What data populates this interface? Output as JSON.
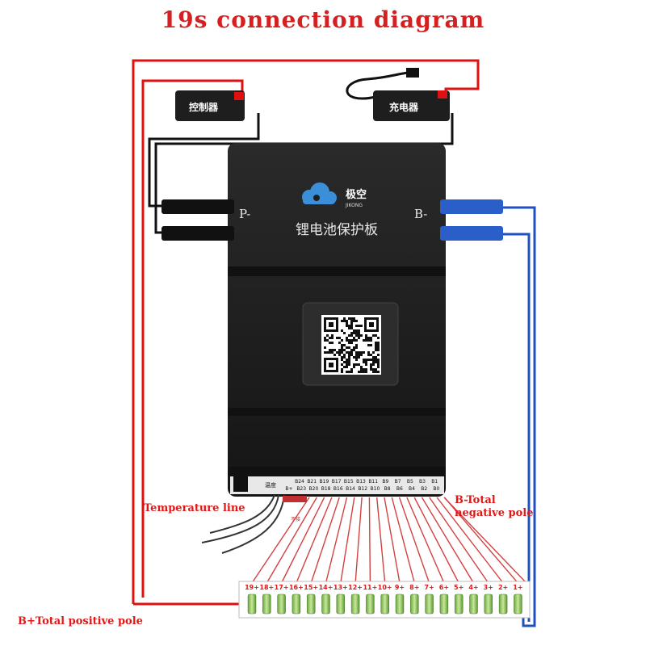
{
  "title": "19s connection diagram",
  "controller_label": "控制器",
  "charger_label": "充电器",
  "brand_cn": "极空",
  "brand_en": "JIKONG",
  "board_label": "锂电池保护板",
  "p_minus": "P-",
  "b_minus": "B-",
  "temp_tag": "温度",
  "pins_top": [
    "B24",
    "B21",
    "B19",
    "B17",
    "B15",
    "B13",
    "B11",
    "B9",
    "B7",
    "B5",
    "B3",
    "B1"
  ],
  "pins_bottom": [
    "B+",
    "B23",
    "B20",
    "B18",
    "B16",
    "B14",
    "B12",
    "B10",
    "B8",
    "B6",
    "B4",
    "B2",
    "B0"
  ],
  "no_connect_tag": "不接",
  "temperature_line": "Temperature line",
  "b_total_negative": "B-Total negative pole",
  "b_total_negative_lines": [
    "B-Total",
    "negative pole"
  ],
  "b_total_positive": "B+Total positive pole",
  "cell_labels": [
    "19+",
    "18+",
    "17+",
    "16+",
    "15+",
    "14+",
    "13+",
    "12+",
    "11+",
    "10+",
    "9+",
    "8+",
    "7+",
    "6+",
    "5+",
    "4+",
    "3+",
    "2+",
    "1+"
  ],
  "colors": {
    "red_wire": "#e01010",
    "blue_wire": "#2050c0",
    "black_wire": "#111111",
    "board": "#1f1f1f",
    "title": "#d42020"
  }
}
